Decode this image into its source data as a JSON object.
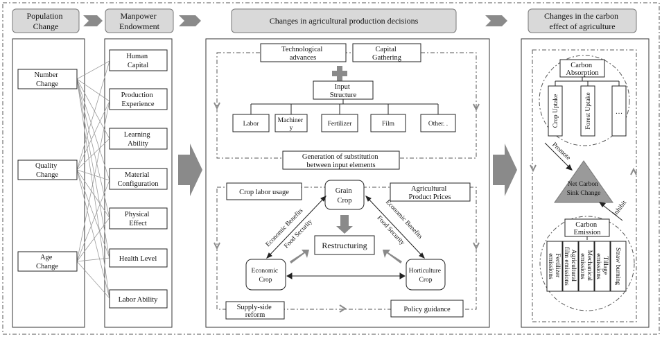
{
  "headers": {
    "population_change": [
      "Population",
      "Change"
    ],
    "manpower_endowment": [
      "Manpower",
      "Endowment"
    ],
    "production_decisions": "Changes in agricultural production decisions",
    "carbon_effect": [
      "Changes in the carbon",
      "effect of agriculture"
    ]
  },
  "population_items": [
    [
      "Number",
      "Change"
    ],
    [
      "Quality",
      "Change"
    ],
    [
      "Age",
      "Change"
    ]
  ],
  "manpower_items": [
    [
      "Human",
      "Capital"
    ],
    [
      "Production",
      "Experience"
    ],
    [
      "Learning",
      "Ability"
    ],
    [
      "Material",
      "Configuration"
    ],
    [
      "Physical",
      "Effect"
    ],
    [
      "Health Level"
    ],
    [
      "Labor Ability"
    ]
  ],
  "production": {
    "tech": [
      "Technological",
      "advances"
    ],
    "capital": [
      "Capital",
      "Gathering"
    ],
    "input_structure": [
      "Input",
      "Structure"
    ],
    "inputs": [
      [
        "Labor"
      ],
      [
        "Machiner",
        "y"
      ],
      [
        "Fertilizer"
      ],
      [
        "Film"
      ],
      [
        "Other. ."
      ]
    ],
    "substitution": [
      "Generation of substitution",
      "between input elements"
    ],
    "crop_labor": "Crop labor usage",
    "prices": [
      "Agricultural",
      "Product Prices"
    ],
    "grain": [
      "Grain",
      "Crop"
    ],
    "restructuring": "Restructuring",
    "economic": [
      "Economic",
      "Crop"
    ],
    "horticulture": [
      "Horticulture",
      "Crop"
    ],
    "left_diag_1": "Economic Benefits",
    "left_diag_2": "Food Security",
    "right_diag_1": "Economic Benefits",
    "right_diag_2": "Food Security",
    "supply_side": [
      "Supply-side",
      "reform"
    ],
    "policy": "Policy guidance"
  },
  "carbon": {
    "absorption": [
      "Carbon",
      "Absorption"
    ],
    "absorption_items": [
      "Crop Uptake",
      "Forest Uptake",
      "…"
    ],
    "net_sink": [
      "Net Carbon",
      "Sink Change"
    ],
    "promote": "Promote",
    "inhibit": "Inhibit",
    "emission": [
      "Carbon",
      "Emission"
    ],
    "emission_items": [
      [
        "Fertilizer",
        "emissions"
      ],
      [
        "Agricultural",
        "film emissions"
      ],
      [
        "Mechanical",
        "emissions"
      ],
      [
        "Tillage",
        "emissions"
      ],
      [
        "Straw burning"
      ]
    ]
  }
}
